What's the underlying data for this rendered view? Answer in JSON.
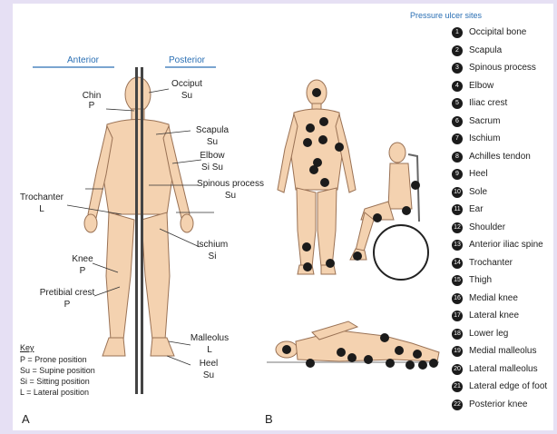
{
  "diagram_a": {
    "heading_anterior": "Anterior",
    "heading_posterior": "Posterior",
    "labels": {
      "chin": "Chin",
      "chin_code": "P",
      "occiput": "Occiput",
      "occiput_code": "Su",
      "scapula": "Scapula",
      "scapula_code": "Su",
      "elbow": "Elbow",
      "elbow_code": "Si  Su",
      "spinous": "Spinous process",
      "spinous_code": "Su",
      "trochanter": "Trochanter",
      "trochanter_code": "L",
      "ischium": "Ischium",
      "ischium_code": "Si",
      "knee": "Knee",
      "knee_code": "P",
      "pretibial": "Pretibial crest",
      "pretibial_code": "P",
      "malleolus": "Malleolus",
      "malleolus_code": "L",
      "heel": "Heel",
      "heel_code": "Su"
    },
    "key": {
      "title": "Key",
      "items": [
        "P = Prone position",
        "Su = Supine position",
        "Si = Sitting position",
        "L = Lateral position"
      ]
    },
    "panel_letter": "A"
  },
  "diagram_b": {
    "panel_letter": "B",
    "legend_title": "Pressure ulcer sites",
    "sites": [
      {
        "n": "1",
        "label": "Occipital bone"
      },
      {
        "n": "2",
        "label": "Scapula"
      },
      {
        "n": "3",
        "label": "Spinous process"
      },
      {
        "n": "4",
        "label": "Elbow"
      },
      {
        "n": "5",
        "label": "Iliac crest"
      },
      {
        "n": "6",
        "label": "Sacrum"
      },
      {
        "n": "7",
        "label": "Ischium"
      },
      {
        "n": "8",
        "label": "Achilles tendon"
      },
      {
        "n": "9",
        "label": "Heel"
      },
      {
        "n": "10",
        "label": "Sole"
      },
      {
        "n": "11",
        "label": "Ear"
      },
      {
        "n": "12",
        "label": "Shoulder"
      },
      {
        "n": "13",
        "label": "Anterior iliac spine"
      },
      {
        "n": "14",
        "label": "Trochanter"
      },
      {
        "n": "15",
        "label": "Thigh"
      },
      {
        "n": "16",
        "label": "Medial knee"
      },
      {
        "n": "17",
        "label": "Lateral knee"
      },
      {
        "n": "18",
        "label": "Lower leg"
      },
      {
        "n": "19",
        "label": "Medial malleolus"
      },
      {
        "n": "20",
        "label": "Lateral malleolus"
      },
      {
        "n": "21",
        "label": "Lateral edge of foot"
      },
      {
        "n": "22",
        "label": "Posterior knee"
      }
    ]
  },
  "colors": {
    "skin": "#f4d2b0",
    "outline": "#9a7255",
    "heading_blue": "#2a6fb4",
    "marker": "#1b1b1b",
    "border": "#e6e0f4"
  }
}
